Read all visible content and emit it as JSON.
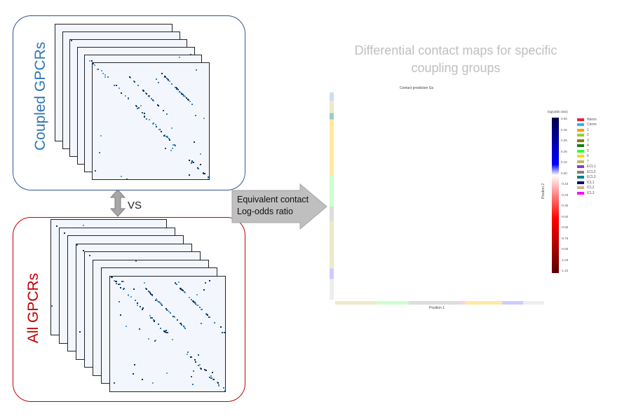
{
  "left_panel": {
    "coupled_title": "Coupled GPCRs",
    "all_title": "All GPCRs",
    "vs_label": "VS",
    "coupled_color": "#2e75b6",
    "all_color": "#c00000"
  },
  "arrow": {
    "line1": "Equivalent contact",
    "line2": "Log-odds ratio"
  },
  "right_panel": {
    "heading_line1": "Differential contact maps for specific",
    "heading_line2": "coupling groups",
    "plot_title": "Contact prediction Gs",
    "x_label": "Position 1",
    "y_label": "Position 2",
    "colorbar_title": "log(odds ratio)",
    "colorbar_ticks": [
      "0.55",
      "0.45",
      "0.35",
      "0.25",
      "0.10",
      "0.00",
      "-0.10",
      "-0.20",
      "-0.30",
      "-0.50",
      "-0.60",
      "-0.75",
      "-0.90",
      "-1.00",
      "-1.10"
    ],
    "legend": [
      {
        "label": "Nterm",
        "color": "#e8213c"
      },
      {
        "label": "Cterm",
        "color": "#29b6f6"
      },
      {
        "label": "1",
        "color": "#ffa000"
      },
      {
        "label": "2",
        "color": "#9acd32"
      },
      {
        "label": "3",
        "color": "#808000"
      },
      {
        "label": "4",
        "color": "#1b7a1b"
      },
      {
        "label": "5",
        "color": "#33ff33"
      },
      {
        "label": "6",
        "color": "#ffd700"
      },
      {
        "label": "7",
        "color": "#bdb76b"
      },
      {
        "label": "ECL1",
        "color": "#9932cc"
      },
      {
        "label": "ECL2",
        "color": "#808080"
      },
      {
        "label": "ECL3",
        "color": "#008080"
      },
      {
        "label": "ICL1",
        "color": "#000080"
      },
      {
        "label": "ICL2",
        "color": "#d2b48c"
      },
      {
        "label": "ICL3",
        "color": "#ff00ff"
      }
    ]
  }
}
